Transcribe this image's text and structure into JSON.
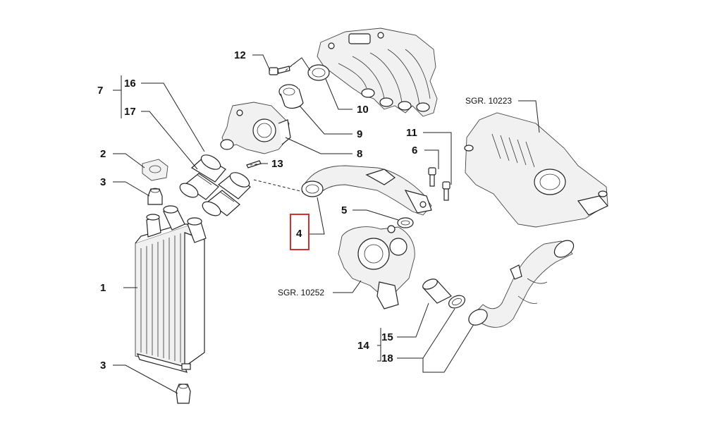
{
  "callouts": {
    "c1": "1",
    "c2": "2",
    "c3a": "3",
    "c3b": "3",
    "c4": "4",
    "c5": "5",
    "c6": "6",
    "c7": "7",
    "c8": "8",
    "c9": "9",
    "c10": "10",
    "c11": "11",
    "c12": "12",
    "c13": "13",
    "c14": "14",
    "c15": "15",
    "c16": "16",
    "c17": "17",
    "c18": "18"
  },
  "references": {
    "air_filter": "SGR. 10223",
    "turbo": "SGR. 10252"
  },
  "highlight": {
    "part": "4",
    "color": "#d32f2f"
  }
}
